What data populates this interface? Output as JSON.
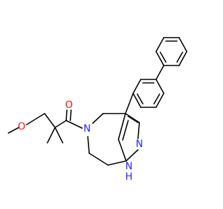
{
  "molecule": {
    "colors": {
      "bond": "#000000",
      "carbon": "#000000",
      "oxygen": "#ff0d0d",
      "nitrogen": "#2626ff"
    },
    "labels": {
      "ketone_oxygen": "O",
      "ether_oxygen": "O",
      "amide_nitrogen": "N",
      "pyrazole_nitrogen": "N",
      "pyrazole_nh": "N",
      "nh_hydrogen": "H"
    }
  }
}
